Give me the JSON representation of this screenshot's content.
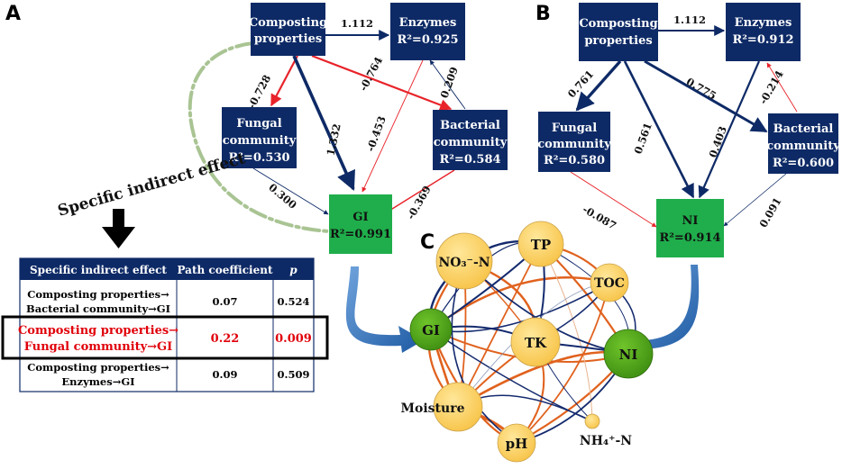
{
  "panel_a": {
    "label": "A",
    "nodes": {
      "comp": {
        "line1": "Composting",
        "line2": "properties"
      },
      "enz": {
        "line1": "Enzymes",
        "line2": "R²=0.925"
      },
      "fung": {
        "line1": "Fungal",
        "line2": "community",
        "line3": "R²=0.530"
      },
      "bact": {
        "line1": "Bacterial",
        "line2": "community",
        "line3": "R²=0.584"
      },
      "gi": {
        "line1": "GI",
        "line2": "R²=0.991"
      }
    },
    "paths": {
      "comp_enz": "1.112",
      "comp_fung": "-0.728",
      "comp_bact": "-0.764",
      "comp_gi": "1.332",
      "enz_gi": "-0.453",
      "bact_enz": "0.209",
      "fung_gi": "0.300",
      "bact_gi": "-0.369"
    }
  },
  "panel_b": {
    "label": "B",
    "nodes": {
      "comp": {
        "line1": "Composting",
        "line2": "properties"
      },
      "enz": {
        "line1": "Enzymes",
        "line2": "R²=0.912"
      },
      "fung": {
        "line1": "Fungal",
        "line2": "community",
        "line3": "R²=0.580"
      },
      "bact": {
        "line1": "Bacterial",
        "line2": "community",
        "line3": "R²=0.600"
      },
      "ni": {
        "line1": "NI",
        "line2": "R²=0.914"
      }
    },
    "paths": {
      "comp_enz": "1.112",
      "comp_fung": "0.761",
      "comp_bact": "0.775",
      "comp_ni": "0.561",
      "enz_ni": "0.403",
      "bact_enz": "-0.214",
      "fung_ni": "-0.087",
      "bact_ni": "0.091"
    }
  },
  "indirect": {
    "title": "Specific indirect effect",
    "table": {
      "headers": [
        "Specific indirect effect",
        "Path coefficient",
        "p"
      ],
      "rows": [
        {
          "line1": "Composting properties→",
          "line2": "Bacterial community→GI",
          "coef": "0.07",
          "p": "0.524"
        },
        {
          "line1": "Composting properties→",
          "line2": "Fungal community→GI",
          "coef": "0.22",
          "p": "0.009"
        },
        {
          "line1": "Composting properties→",
          "line2": "Enzymes→GI",
          "coef": "0.09",
          "p": "0.509"
        }
      ]
    }
  },
  "panel_c": {
    "label": "C",
    "nodes": {
      "tp": "TP",
      "no3": "NO₃⁻-N",
      "toc": "TOC",
      "gi": "GI",
      "tk": "TK",
      "ni": "NI",
      "moist": "Moisture",
      "ph": "pH",
      "nh4": "NH₄⁺-N"
    }
  },
  "colors": {
    "navy": "#0e2a66",
    "green": "#1fae4b",
    "red_path": "#e8232a",
    "circle_fill": "#ffd464",
    "circle_green": "#53a617",
    "edge_orange": "#e0621e",
    "edge_blue": "#142a6e",
    "arrow_blue": "#2f6fb5",
    "dash_green": "#a9c493"
  }
}
